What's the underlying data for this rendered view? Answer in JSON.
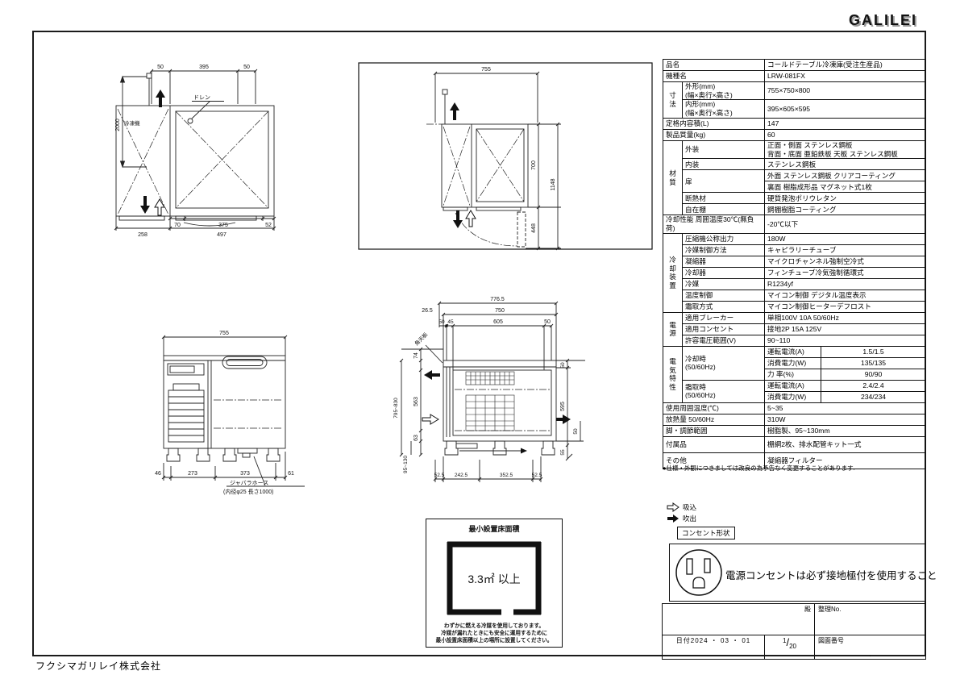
{
  "logo": {
    "text": "GALILEI"
  },
  "footer": {
    "company": "フクシマガリレイ株式会社"
  },
  "spec": {
    "product_name_label": "品名",
    "product_name": "コールドテーブル冷凍庫(受注生産品)",
    "model_label": "機種名",
    "model": "LRW-081FX",
    "dim_group": "寸\n法",
    "dim_outer_label": "外形(mm)\n(幅×奥行×高さ)",
    "dim_outer": "755×750×800",
    "dim_inner_label": "内形(mm)\n(幅×奥行×高さ)",
    "dim_inner": "395×605×595",
    "capacity_label": "定格内容積(L)",
    "capacity": "147",
    "weight_label": "製品質量(kg)",
    "weight": "60",
    "material_group": "材\n質",
    "exterior_label": "外装",
    "exterior": "正面・側面 ステンレス鋼板\n背面・底面 亜鉛鉄板  天板 ステンレス鋼板",
    "interior_label": "内装",
    "interior": "ステンレス鋼板",
    "door_label": "扉",
    "door_front": "外面 ステンレス鋼板 クリアコーティング",
    "door_back": "裏面 樹脂成形品 マグネット式1枚",
    "insulation_label": "断熱材",
    "insulation": "硬質発泡ポリウレタン",
    "shelf_label": "自在棚",
    "shelf": "鋼棚樹脂コーティング",
    "cooling_perf_label": "冷却性能 周囲温度30℃(無負荷)",
    "cooling_perf": "-20℃以下",
    "cooling_group": "冷\n却\n装\n置",
    "compressor_label": "圧縮機公称出力",
    "compressor": "180W",
    "refrigerant_ctrl_label": "冷媒制御方法",
    "refrigerant_ctrl": "キャピラリーチューブ",
    "condenser_label": "凝縮器",
    "condenser": "マイクロチャンネル強制空冷式",
    "cooler_label": "冷却器",
    "cooler": "フィンチューブ冷気強制循環式",
    "refrigerant_label": "冷媒",
    "refrigerant": "R1234yf",
    "temp_ctrl_label": "温度制御",
    "temp_ctrl": "マイコン制御 デジタル温度表示",
    "defrost_label": "霜取方式",
    "defrost": "マイコン制御ヒーターデフロスト",
    "power_group": "電\n源",
    "breaker_label": "適用ブレーカー",
    "breaker": "単相100V 10A 50/60Hz",
    "outlet_label": "適用コンセント",
    "outlet": "接地2P 15A 125V",
    "voltage_label": "許容電圧範囲(V)",
    "voltage": "90~110",
    "elec_group": "電\n気\n特\n性",
    "cooling_time_label": "冷却時\n(50/60Hz)",
    "run_current_label": "運転電流(A)",
    "cool_current": "1.5/1.5",
    "power_w_label": "消費電力(W)",
    "cool_power": "135/135",
    "pf_label": "力 率(%)",
    "cool_pf": "90/90",
    "defrost_time_label": "霜取時\n(50/60Hz)",
    "defrost_current": "2.4/2.4",
    "defrost_power": "234/234",
    "ambient_label": "使用周囲温度(℃)",
    "ambient": "5~35",
    "heat_label": "放熱量 50/60Hz",
    "heat": "310W",
    "legs_label": "脚・調節範囲",
    "legs": "樹脂製、95~130mm",
    "accessories_label": "付属品",
    "accessories": "棚網2枚、排水配管キット一式",
    "others_label": "その他",
    "others": "凝縮器フィルター"
  },
  "note": {
    "text": "●仕様・外観につきましては改良の為予告なく変更することがあります."
  },
  "legend": {
    "suction": "吸込",
    "blowout": "吹出",
    "outlet_shape_label": "コンセント形状",
    "power_notice": "電源コンセントは必ず接地極付を使用すること"
  },
  "title_block": {
    "addressee_suffix": "殿",
    "control_no_label": "整理No.",
    "date": "日付2024 ・ 03 ・ 01",
    "scale_numerator": "1",
    "scale_denominator": "20",
    "drawing_no_label": "図面番号",
    "drawing_no_value": "."
  },
  "min_area": {
    "title": "最小設置床面積",
    "value": "3.3㎡ 以上",
    "caption_line1": "わずかに燃える冷媒を使用しております。",
    "caption_line2": "冷媒が漏れたときにも安全に運用するために",
    "caption_line3": "最小設置床面積以上の場所に設置してください。"
  },
  "drawings": {
    "plan_top": {
      "dim_top_left": "50",
      "dim_top_mid": "395",
      "dim_top_right": "50",
      "dim_hose": "2000",
      "drain_label": "ドレン",
      "unit_label": "冷凍機",
      "dim_b1_1": "70",
      "dim_b1_2": "375",
      "dim_b1_3": "52",
      "dim_b2_1": "258",
      "dim_b2_2": "497"
    },
    "plan_boxed": {
      "dim_width": "755",
      "dim_depth": "700",
      "dim_total": "1148",
      "dim_door": "448"
    },
    "front": {
      "dim_width": "755",
      "dim_b1": "46",
      "dim_b2": "273",
      "dim_b3": "373",
      "dim_b4": "61",
      "hose_label": "ジャバラホース",
      "hose_spec": "(内径φ25 長さ1000)"
    },
    "side": {
      "dim_7765": "776.5",
      "dim_750": "750",
      "dim_265": "26.5",
      "dim_50a": "50",
      "dim_45": "45",
      "dim_605": "605",
      "dim_50b": "50",
      "dim_74": "74",
      "dim_range_h": "795~830",
      "dim_563": "563",
      "dim_63": "63",
      "dim_leg": "95~130",
      "dim_50r1": "50",
      "dim_595": "595",
      "dim_50r2": "50",
      "dim_55": "55",
      "tenban_label": "角天板",
      "dim_b1": "52.5",
      "dim_b2": "242.5",
      "dim_b3": "352.5",
      "dim_b4": "52.5"
    }
  }
}
